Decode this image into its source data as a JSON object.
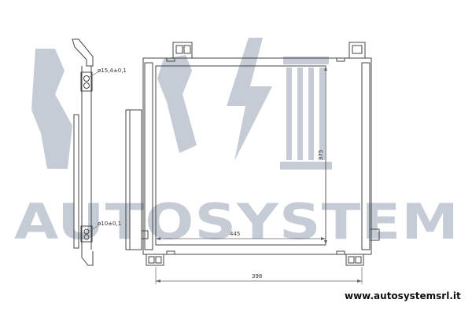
{
  "watermark": {
    "text": "AUTOSYSTEM",
    "color": "#c5ccd6"
  },
  "dimensions": {
    "inlet_diameter": "ø15,4±0,1",
    "outlet_diameter": "ø10±0,1",
    "core_height": "375",
    "core_width": "445",
    "overall_width": "398"
  },
  "footer": {
    "website": "www.autosystemsrl.it"
  },
  "colors": {
    "line": "#444444",
    "dim_line": "#666666"
  }
}
